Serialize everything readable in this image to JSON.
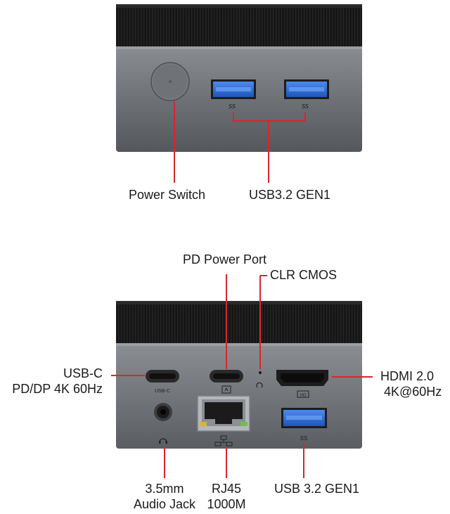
{
  "top_view": {
    "labels": {
      "power_switch": "Power Switch",
      "usb_gen1": "USB3.2 GEN1"
    },
    "port_marks": {
      "ss_logo": "SS"
    }
  },
  "bottom_view": {
    "labels": {
      "pd_power_port": "PD Power Port",
      "clr_cmos": "CLR CMOS",
      "usbc_line1": "USB-C",
      "usbc_line2": "PD/DP 4K 60Hz",
      "hdmi_line1": "HDMI 2.0",
      "hdmi_line2": "4K@60Hz",
      "audio_line1": "3.5mm",
      "audio_line2": "Audio Jack",
      "rj45_line1": "RJ45",
      "rj45_line2": "1000M",
      "usb_gen1": "USB 3.2 GEN1"
    },
    "port_marks": {
      "usbc_mark": "USB-C",
      "hdmi_mark": "HD",
      "ss_logo": "SS"
    }
  },
  "colors": {
    "callout_line": "#d8262b",
    "case_grey": "#6b6e73",
    "top_black": "#141414",
    "usb_blue": "#2f6fd6"
  }
}
